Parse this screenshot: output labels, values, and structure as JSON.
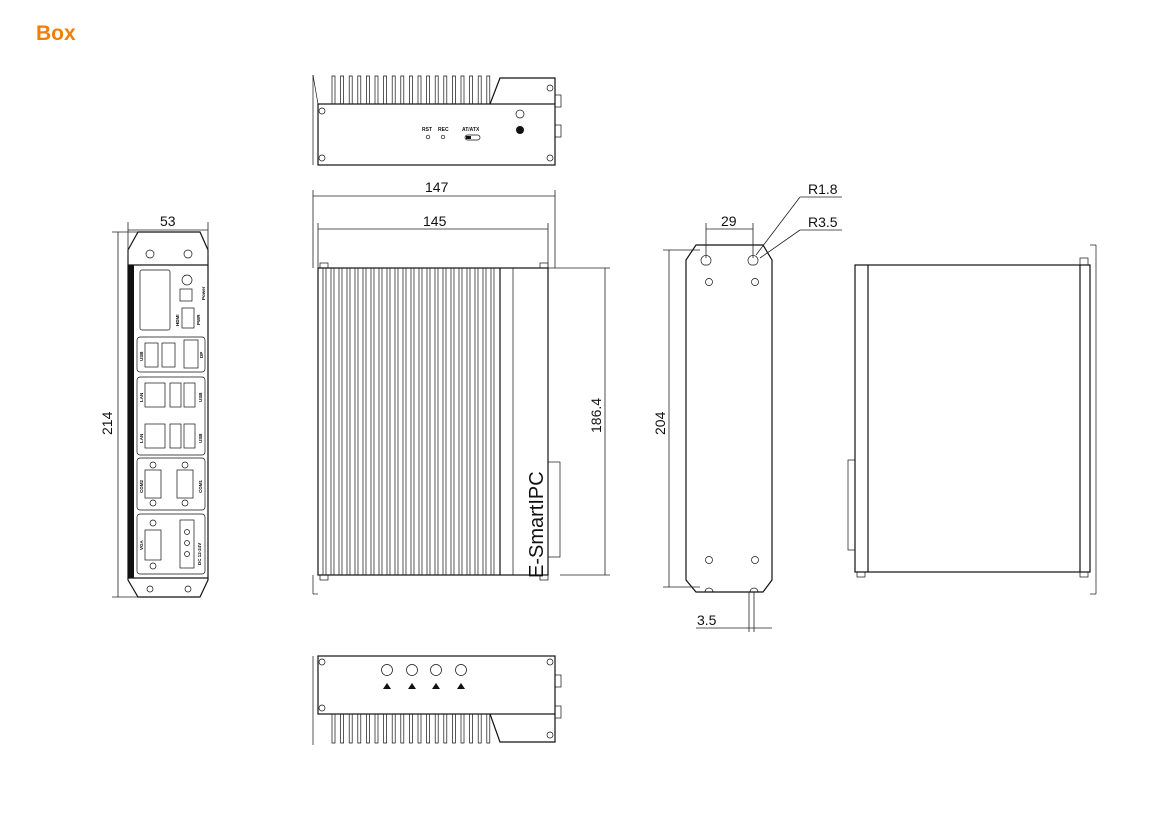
{
  "title": "Box",
  "colors": {
    "title": "#f07f09",
    "line": "#111111"
  },
  "dimensions": {
    "width_front": "53",
    "height_front": "214",
    "overall_length": "147",
    "body_length": "145",
    "body_height": "186.4",
    "bracket_height": "204",
    "hole_spacing": "29",
    "radius_small": "R1.8",
    "radius_large": "R3.5",
    "bracket_thickness": "3.5"
  },
  "labels": {
    "reset": "RST",
    "recovery": "REC",
    "power_mode": "AT/ATX",
    "brand": "E-SmartIPC",
    "ports": [
      "Power",
      "PWR",
      "HDMI",
      "DP",
      "USB",
      "LAN",
      "LAN",
      "USB",
      "USB",
      "COM2",
      "COM1",
      "VGA",
      "DC 12-24V"
    ]
  }
}
